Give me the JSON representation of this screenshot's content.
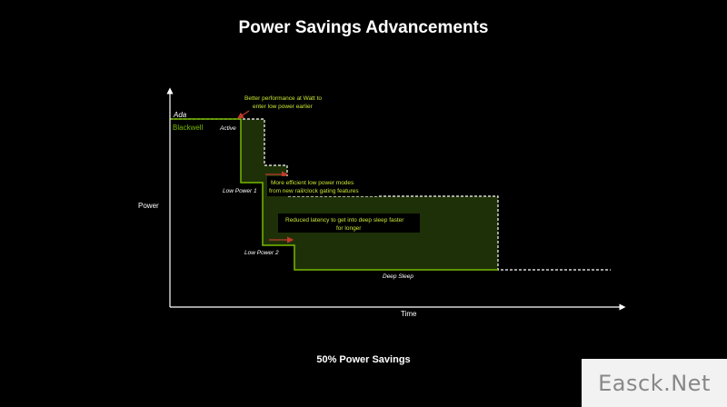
{
  "title": "Power Savings Advancements",
  "footer": "50% Power Savings",
  "watermark": "Easck.Net",
  "axes": {
    "y_label": "Power",
    "x_label": "Time"
  },
  "legend": {
    "ada": "Ada",
    "blackwell": "Blackwell"
  },
  "states": {
    "active": "Active",
    "low_power_1": "Low Power 1",
    "low_power_2": "Low Power 2",
    "deep_sleep": "Deep Sleep"
  },
  "annotations": {
    "perf_line1": "Better performance at Watt to",
    "perf_line2": "enter low power earlier",
    "modes_line1": "More efficient low power modes",
    "modes_line2": "from new rail/clock gating features",
    "latency_line1": "Reduced latency to get into deep sleep faster",
    "latency_line2": "for longer"
  },
  "colors": {
    "background": "#000000",
    "axis": "#ffffff",
    "ada_line": "#ffffff",
    "blackwell_line": "#76b900",
    "blackwell_text": "#76b900",
    "savings_fill": "#1e3008",
    "annotation_text": "#c8e632",
    "arrow": "#c0392b",
    "label_text": "#ffffff"
  }
}
